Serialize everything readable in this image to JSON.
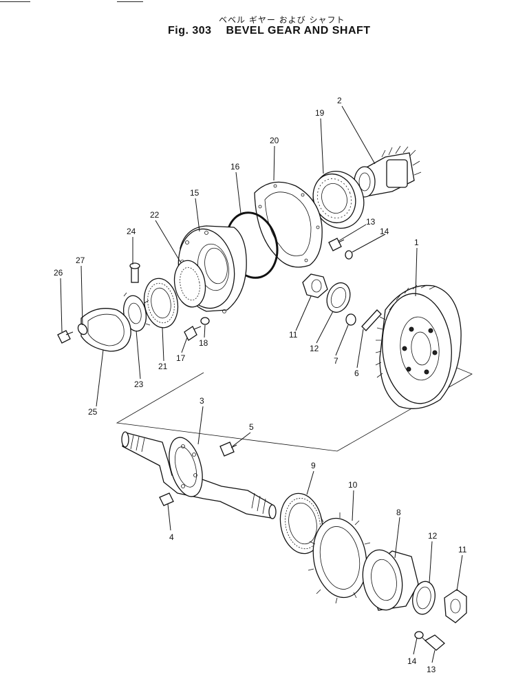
{
  "header": {
    "title_kana": "ベベル ギヤー および シャフト",
    "fig_label": "Fig. 303",
    "title": "BEVEL GEAR AND SHAFT"
  },
  "callouts": [
    "2",
    "19",
    "20",
    "16",
    "15",
    "22",
    "24",
    "27",
    "26",
    "13",
    "14",
    "1",
    "11",
    "12",
    "7",
    "6",
    "18",
    "17",
    "21",
    "23",
    "25",
    "3",
    "5",
    "4",
    "9",
    "10",
    "8",
    "12",
    "11",
    "14",
    "13"
  ]
}
